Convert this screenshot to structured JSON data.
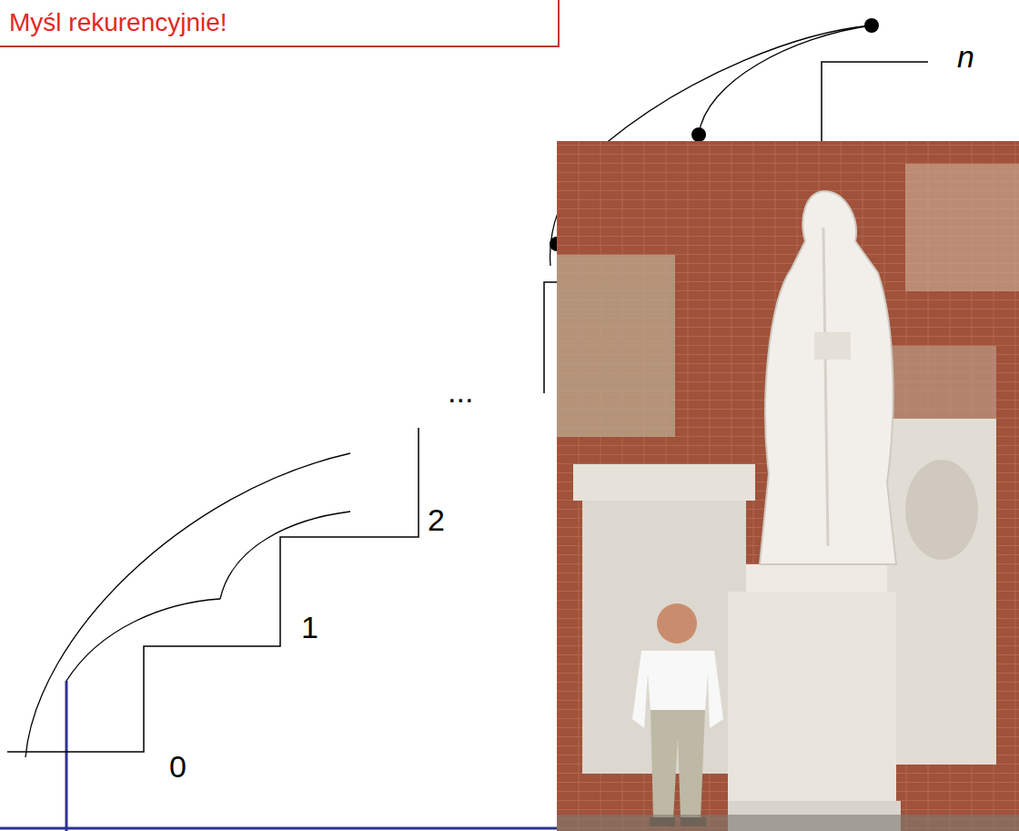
{
  "diagram": {
    "nodes": [
      {
        "text": [
          "Myśl rekurencyjnie!"
        ]
      }
    ],
    "labels": [
      "n",
      "...",
      "2",
      "1",
      "0"
    ]
  }
}
